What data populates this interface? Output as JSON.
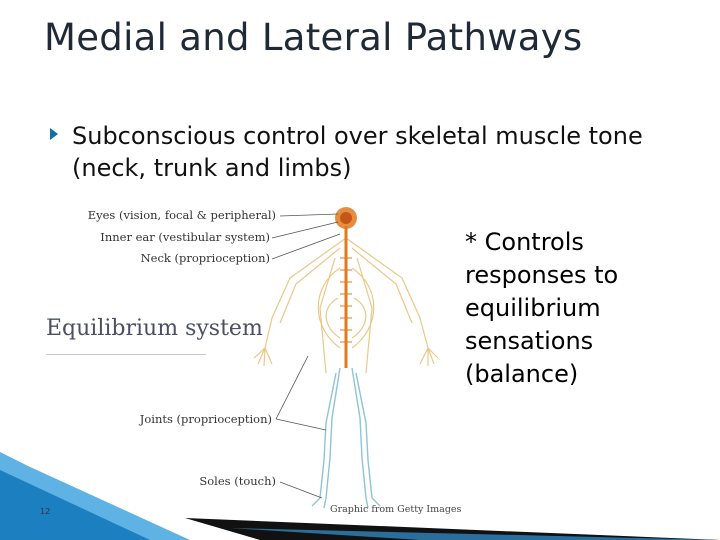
{
  "slide": {
    "title": "Medial and Lateral Pathways",
    "bullet": "Subconscious control over skeletal muscle tone (neck, trunk and limbs)",
    "note": "* Controls responses to equilibrium sensations (balance)",
    "page_number": "12"
  },
  "figure": {
    "labels": {
      "eyes": "Eyes (vision, focal & peripheral)",
      "inner_ear": "Inner ear (vestibular system)",
      "neck": "Neck (proprioception)",
      "joints": "Joints (proprioception)",
      "soles": "Soles (touch)"
    },
    "system_title": "Equilibrium system",
    "credit": "Graphic from Getty Images"
  },
  "colors": {
    "title": "#1f2a36",
    "bullet_accent": "#0f6fa8",
    "spine": "#e07a1f",
    "nerves_upper": "#e9c27a",
    "nerves_lower": "#8fc3d6",
    "deco_blue": "#1b7fc0",
    "deco_black": "#111111"
  }
}
